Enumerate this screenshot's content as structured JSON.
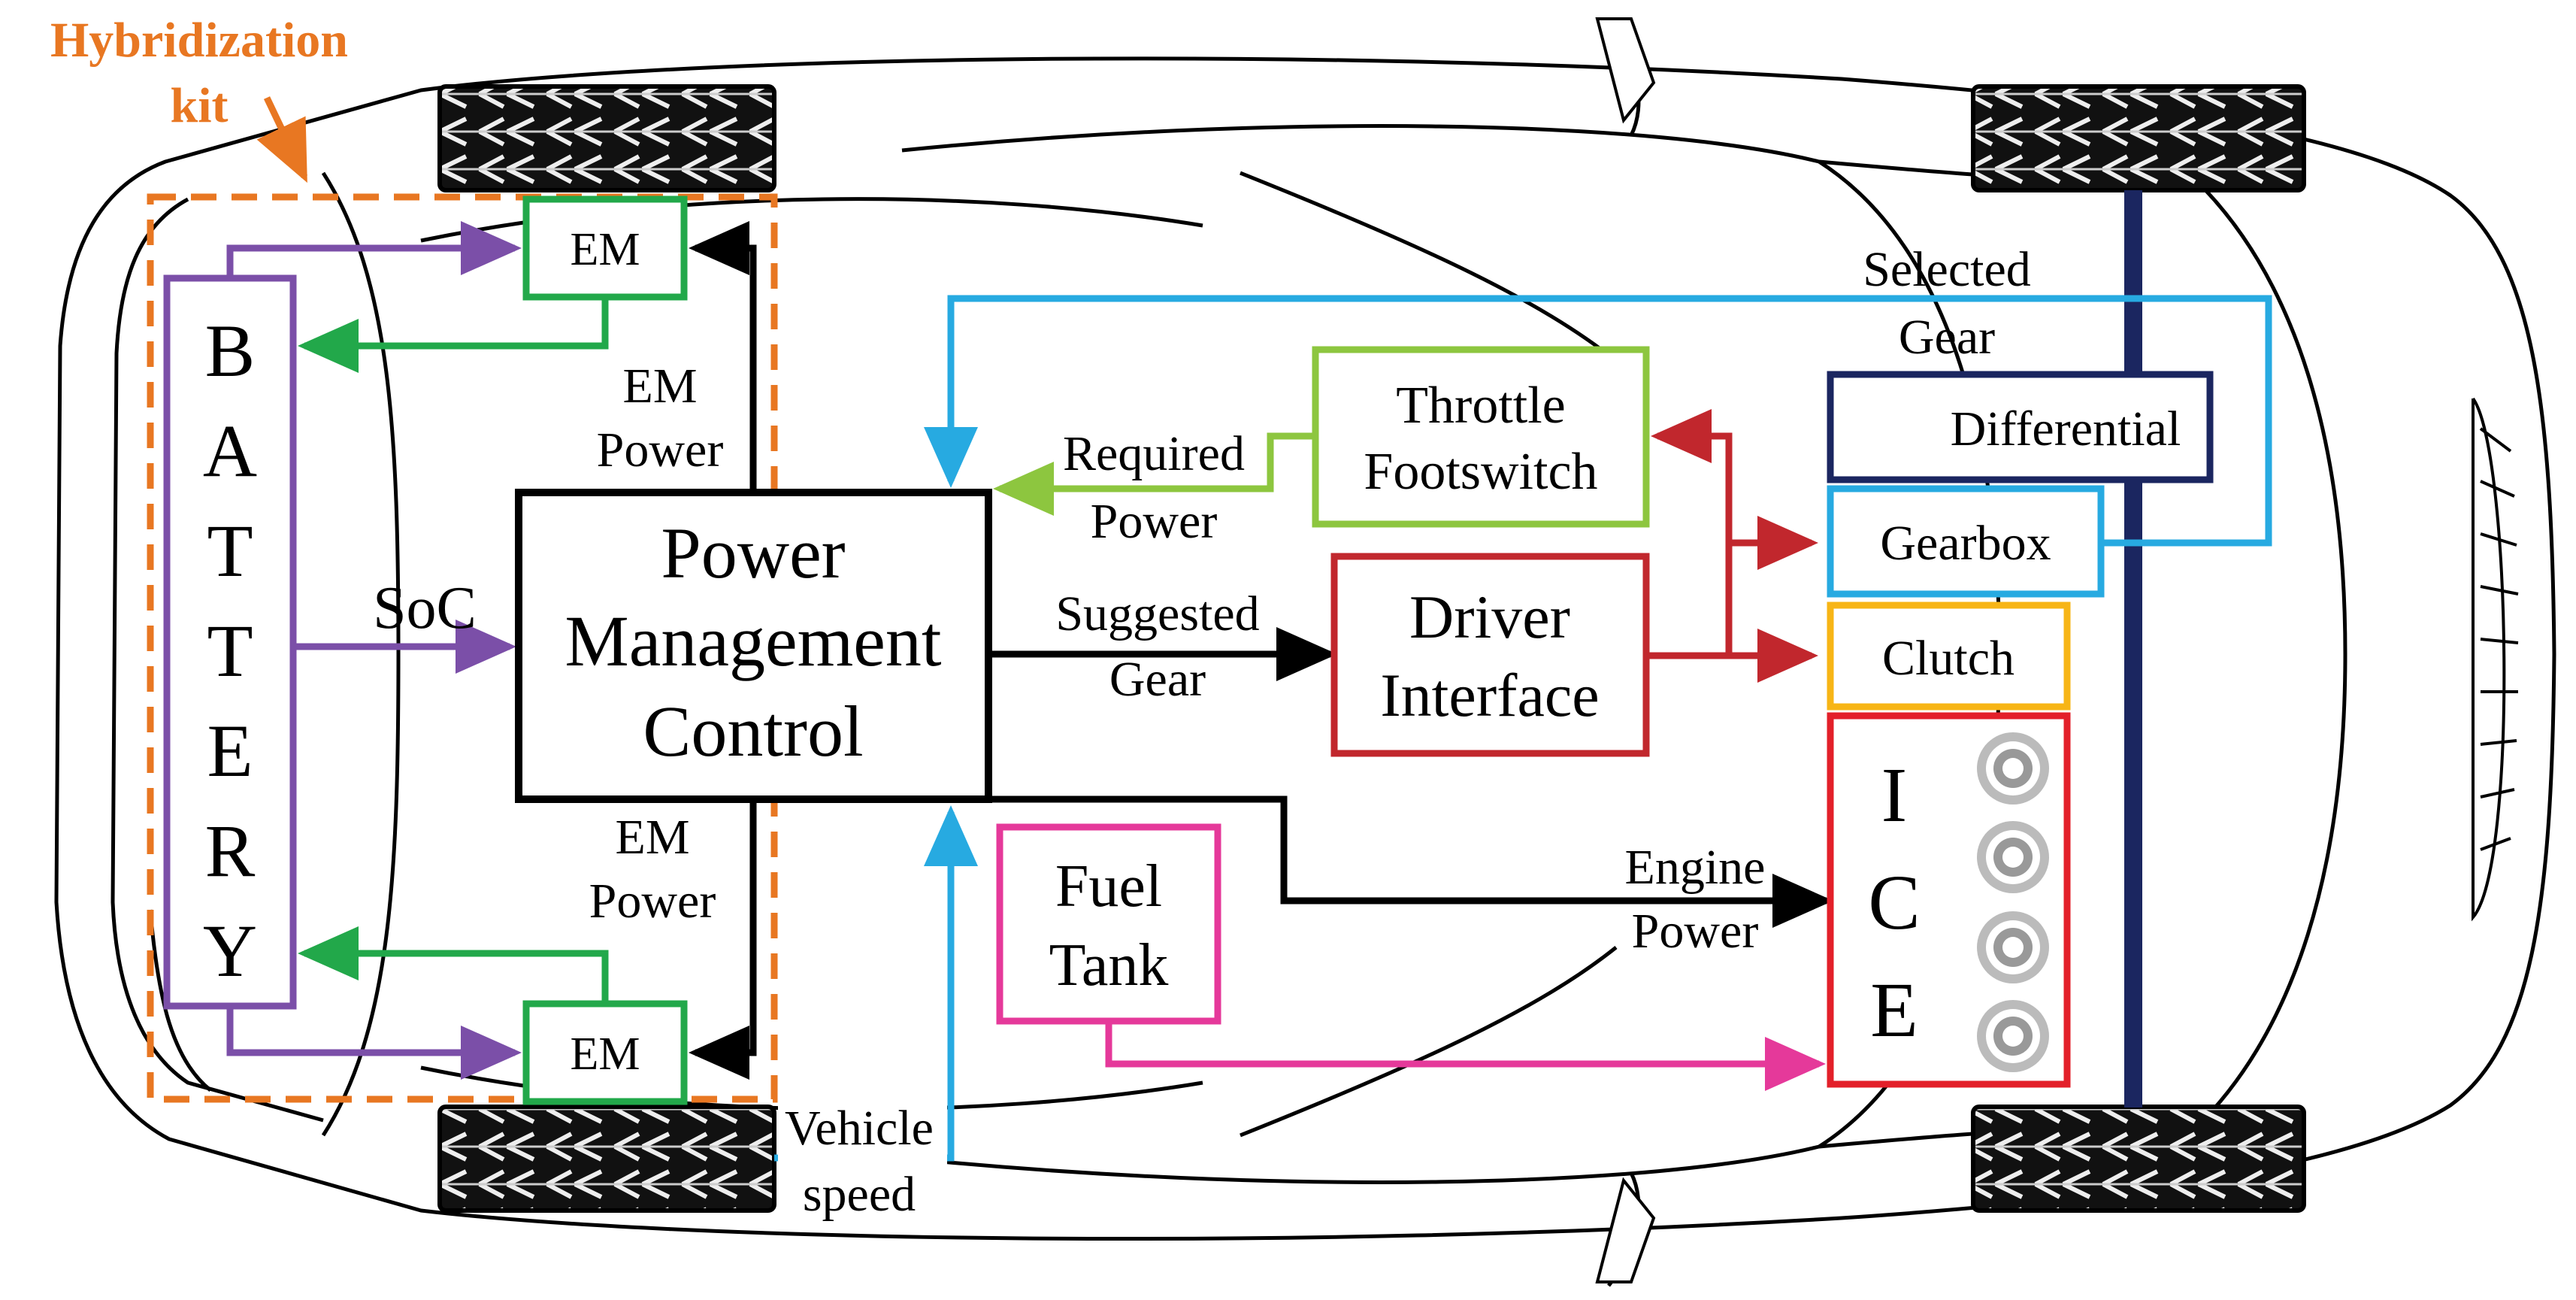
{
  "kit": {
    "title_line1": "Hybridization",
    "title_line2": "kit"
  },
  "blocks": {
    "battery_letters": [
      "B",
      "A",
      "T",
      "T",
      "E",
      "R",
      "Y"
    ],
    "em_top": "EM",
    "em_bottom": "EM",
    "pmc_line1": "Power",
    "pmc_line2": "Management",
    "pmc_line3": "Control",
    "throttle_line1": "Throttle",
    "throttle_line2": "Footswitch",
    "driver_line1": "Driver",
    "driver_line2": "Interface",
    "fuel_line1": "Fuel",
    "fuel_line2": "Tank",
    "differential": "Differential",
    "gearbox": "Gearbox",
    "clutch": "Clutch",
    "ice_letters": [
      "I",
      "C",
      "E"
    ]
  },
  "labels": {
    "em_power_top_1": "EM",
    "em_power_top_2": "Power",
    "em_power_bottom_1": "EM",
    "em_power_bottom_2": "Power",
    "soc": "SoC",
    "required_power_1": "Required",
    "required_power_2": "Power",
    "suggested_gear_1": "Suggested",
    "suggested_gear_2": "Gear",
    "selected_gear_1": "Selected",
    "selected_gear_2": "Gear",
    "engine_power_1": "Engine",
    "engine_power_2": "Power",
    "vehicle_speed_1": "Vehicle",
    "vehicle_speed_2": "speed"
  },
  "colors": {
    "kit": "#E87722",
    "battery": "#7B4FA8",
    "em": "#22A84A",
    "control": "#000000",
    "throttle": "#8DC63F",
    "driver": "#C1272D",
    "fuel": "#E5399A",
    "differential": "#1B2660",
    "gearbox": "#27AAE1",
    "clutch": "#F7B516",
    "ice": "#E3202A",
    "axle": "#1B2660"
  }
}
